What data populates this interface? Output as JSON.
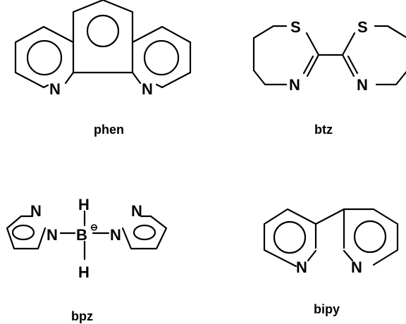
{
  "molecules": {
    "phen": {
      "caption": "phen",
      "atoms": {
        "n1": "N",
        "n2": "N"
      }
    },
    "btz": {
      "caption": "btz",
      "atoms": {
        "s1": "S",
        "s2": "S",
        "n1": "N",
        "n2": "N"
      }
    },
    "bpz": {
      "caption": "bpz",
      "atoms": {
        "n_top_left": "N",
        "n_left": "N",
        "boron": "B",
        "charge": "⊖",
        "n_right": "N",
        "n_top_right": "N",
        "h_top": "H",
        "h_bottom": "H"
      }
    },
    "bipy": {
      "caption": "bipy",
      "atoms": {
        "n1": "N",
        "n2": "N"
      }
    }
  }
}
